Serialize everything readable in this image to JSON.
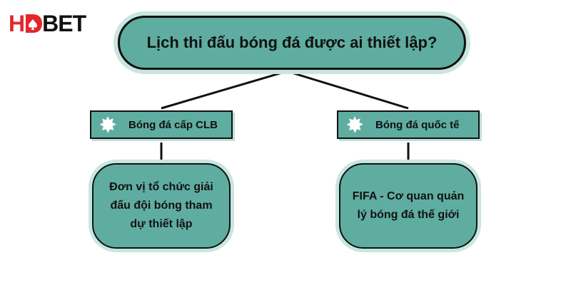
{
  "logo": {
    "text_left": "H",
    "text_right": "BET",
    "aria": "HDBET",
    "colors": {
      "red": "#e3262b",
      "black": "#111111"
    }
  },
  "title": "Lịch thi đấu bóng đá được ai thiết lập?",
  "branches": [
    {
      "label": "Bóng đá cấp CLB",
      "icon": "starburst-icon",
      "description": "Đơn vị tổ chức giải đấu đội bóng tham dự thiết lập"
    },
    {
      "label": "Bóng đá quốc tế",
      "icon": "starburst-icon",
      "description": "FIFA - Cơ quan quản lý bóng đá thế giới"
    }
  ],
  "colors": {
    "node_fill": "#5fada1",
    "node_glow": "#c8e6df",
    "line": "#111111"
  }
}
